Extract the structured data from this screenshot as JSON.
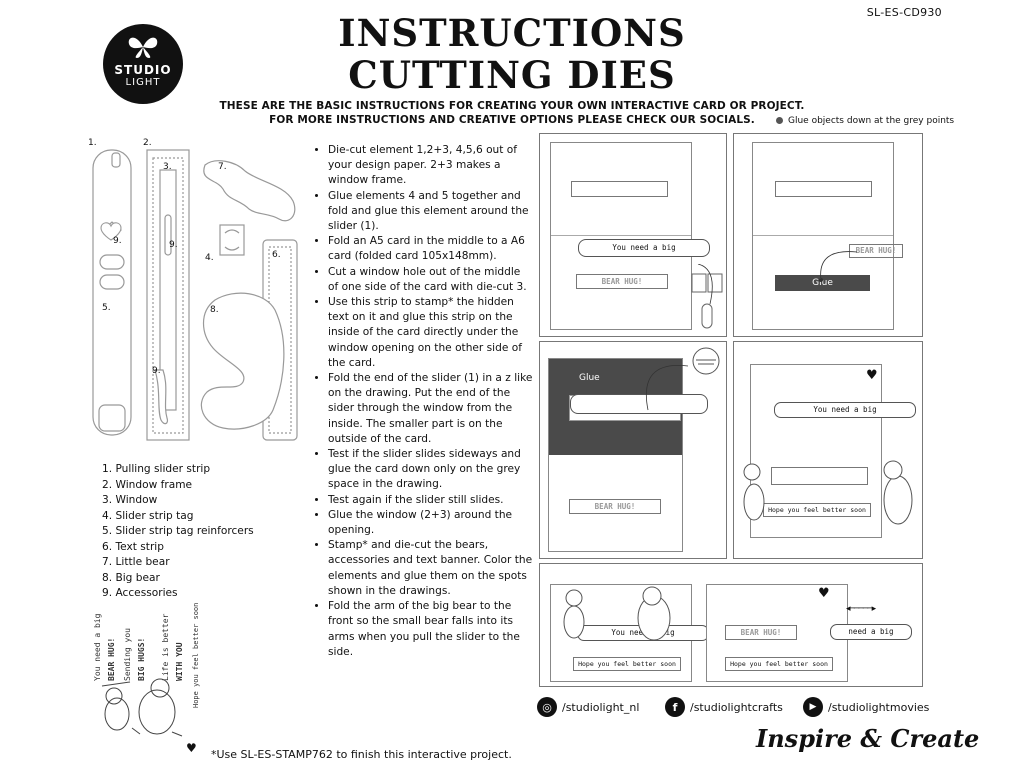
{
  "product_code": "SL-ES-CD930",
  "logo": {
    "line1": "STUDIO",
    "line2": "LIGHT"
  },
  "title": {
    "line1": "INSTRUCTIONS",
    "line2": "CUTTING DIES"
  },
  "intro": {
    "line1": "THESE ARE THE BASIC INSTRUCTIONS FOR CREATING YOUR OWN INTERACTIVE CARD OR PROJECT.",
    "line2": "FOR MORE INSTRUCTIONS AND CREATIVE OPTIONS PLEASE CHECK OUR SOCIALS."
  },
  "glue_note": "Glue objects down at the grey points",
  "die_labels": [
    "1.",
    "2.",
    "3.",
    "7.",
    "9.",
    "9.",
    "4.",
    "6.",
    "5.",
    "8.",
    "9."
  ],
  "steps": [
    "Die-cut element 1,2+3, 4,5,6 out of your design paper. 2+3 makes a window frame.",
    "Glue elements 4 and 5 together and fold and glue this element around the slider (1).",
    "Fold an A5 card in the middle to a A6 card (folded card 105x148mm).",
    "Cut a window hole out of the middle of one side of the card with die-cut 3.",
    "Use this strip to stamp* the hidden text on it and glue this strip on the inside of the card directly under the window opening on the other side of the card.",
    "Fold the end of the slider (1) in a z like on the drawing. Put the end of the sider through the window from the inside. The smaller part is on the outside of the card.",
    "Test if the slider slides sideways and glue the card down only on the grey space in the drawing.",
    "Test again if the slider still slides.",
    "Glue the window (2+3) around the opening.",
    "Stamp* and die-cut the bears, accessories and text banner. Color the elements and glue them on the spots shown in the drawings.",
    "Fold the arm of the big bear to the front so the small bear falls into its arms when you pull the slider to the side."
  ],
  "parts": [
    "1. Pulling slider strip",
    "2. Window frame",
    "3. Window",
    "4. Slider strip tag",
    "5. Slider strip tag reinforcers",
    "6. Text strip",
    "7. Little bear",
    "8. Big bear",
    "9. Accessories"
  ],
  "stamp_texts": [
    "You need a big",
    "BEAR HUG!",
    "Sending you",
    "BIG HUGS!",
    "Life is better",
    "WITH YOU",
    "Hope you feel better soon"
  ],
  "illustration_text": {
    "you_need_a_big": "You need a big",
    "bear_hug": "BEAR HUG!",
    "glue": "Glue",
    "hope": "Hope you feel better soon",
    "hope_short": "Hope you feel better soon",
    "need_short": "need a big",
    "bear_hug_alt": "BEAR HUG!"
  },
  "footnote": "*Use SL-ES-STAMP762 to finish this interactive project.",
  "socials": [
    {
      "icon": "instagram-icon",
      "glyph": "◎",
      "handle": "/studiolight_nl"
    },
    {
      "icon": "facebook-icon",
      "glyph": "f",
      "handle": "/studiolightcrafts"
    },
    {
      "icon": "youtube-icon",
      "glyph": "▶",
      "handle": "/studiolightmovies"
    }
  ],
  "tagline": "Inspire & Create",
  "colors": {
    "grey_fill": "#4a4a4a",
    "line": "#777777",
    "text": "#111111"
  }
}
